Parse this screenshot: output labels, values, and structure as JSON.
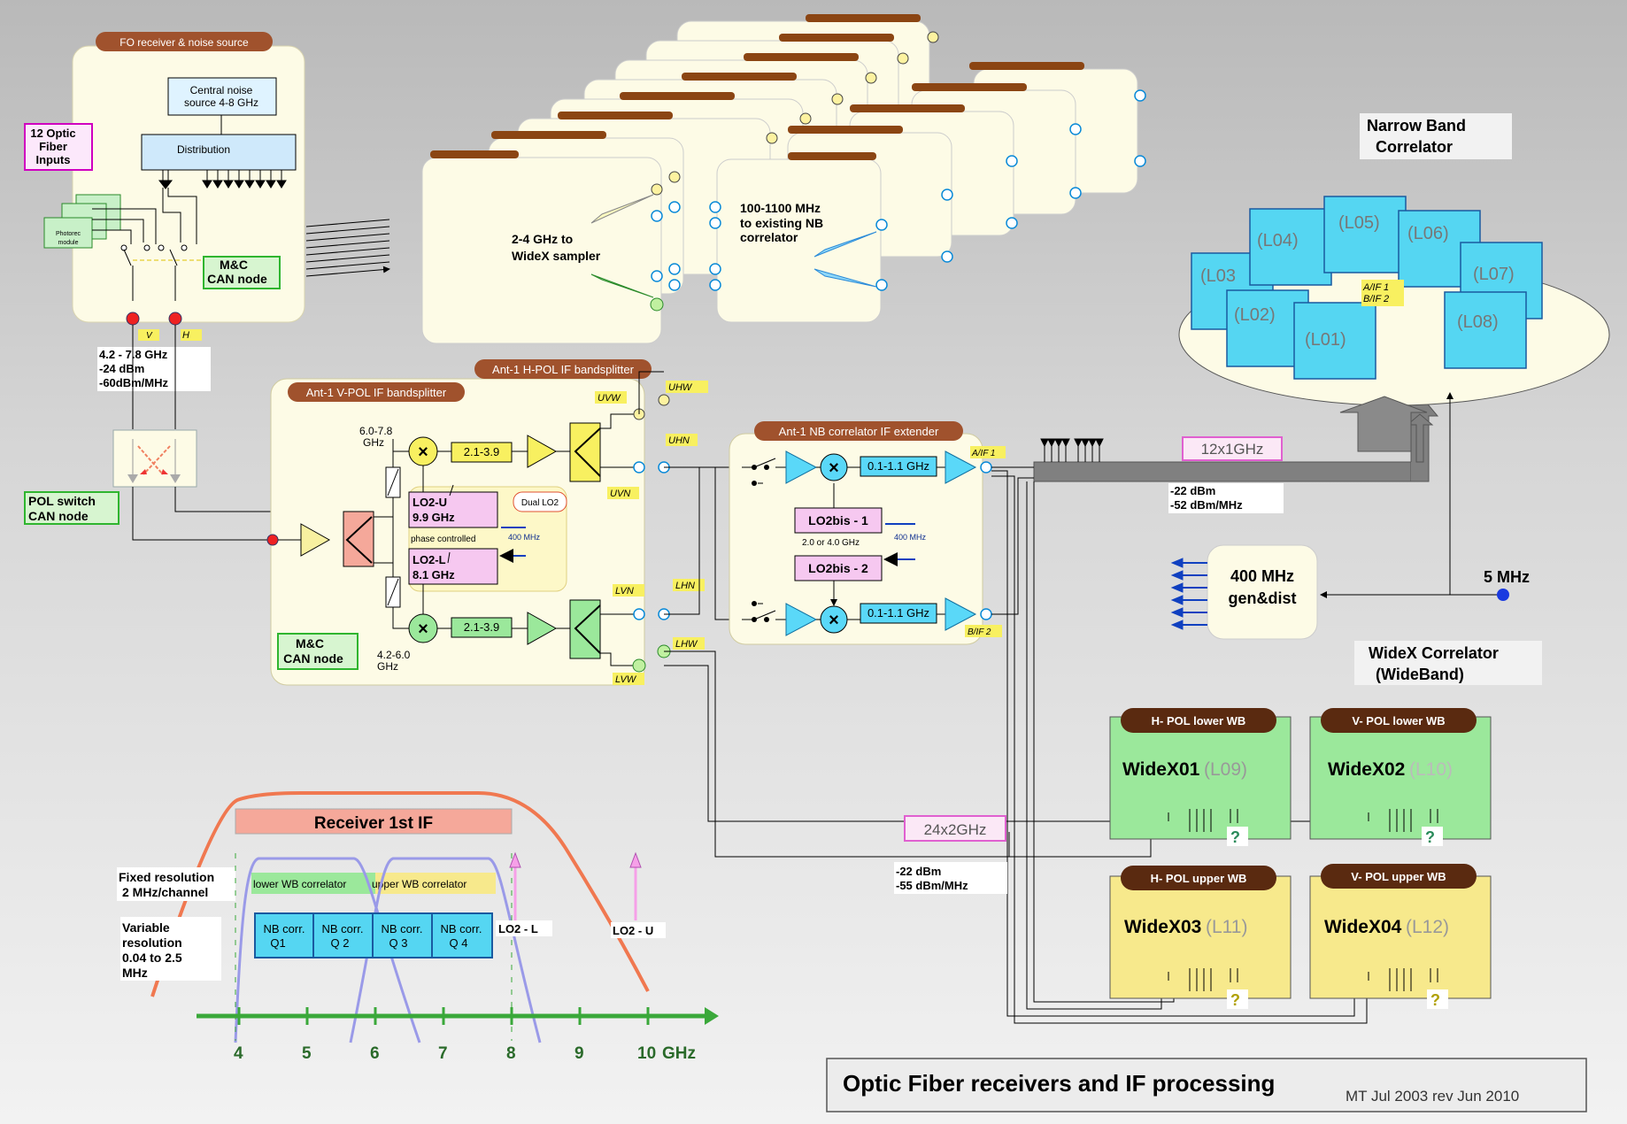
{
  "fo_receiver": {
    "title": "FO receiver & noise source",
    "central_noise": [
      "Central noise",
      "source 4-8 GHz"
    ],
    "distribution": "Distribution",
    "optic_inputs": [
      "12 Optic",
      "Fiber",
      "Inputs"
    ],
    "photorec": [
      "Photorec",
      "module"
    ],
    "mc_can": [
      "M&C",
      "CAN node"
    ],
    "v_label": "V",
    "h_label": "H",
    "spec": [
      "4.2 - 7.8 GHz",
      "-24 dBm",
      "-60dBm/MHz"
    ]
  },
  "pol_switch": [
    "POL switch",
    "CAN node"
  ],
  "sampler_labels": {
    "widex": [
      "2-4 GHz to",
      "WideX sampler"
    ],
    "nb": [
      "100-1100 MHz",
      "to existing NB",
      "correlator"
    ]
  },
  "bandsplitter": {
    "h_title": "Ant-1 H-POL IF bandsplitter",
    "v_title": "Ant-1 V-POL IF bandsplitter",
    "upper_freq": [
      "6.0-7.8",
      "GHz"
    ],
    "lower_freq": [
      "4.2-6.0",
      "GHz"
    ],
    "filter_upper": "2.1-3.9",
    "filter_lower": "2.1-3.9",
    "lo2u": [
      "LO2-U",
      "9.9 GHz"
    ],
    "lo2l": [
      "LO2-L",
      "8.1 GHz"
    ],
    "dual_lo2": "Dual LO2",
    "phase_controlled": "phase controlled",
    "mhz400": "400 MHz",
    "mc_can": [
      "M&C",
      "CAN node"
    ],
    "ports": {
      "uvw": "UVW",
      "uvn": "UVN",
      "lvn": "LVN",
      "lvw": "LVW",
      "uhw": "UHW",
      "uhn": "UHN",
      "lhn": "LHN",
      "lhw": "LHW"
    }
  },
  "nb_extender": {
    "title": "Ant-1 NB correlator IF extender",
    "filter1": "0.1-1.1 GHz",
    "filter2": "0.1-1.1 GHz",
    "lo2bis1": "LO2bis - 1",
    "lo2bis2": "LO2bis - 2",
    "freq_choice": "2.0 or 4.0 GHz",
    "mhz400": "400 MHz",
    "aif1": "A/IF 1",
    "bif2": "B/IF 2"
  },
  "bus": {
    "label_12": "12x1GHz",
    "spec_12": [
      "-22 dBm",
      "-52 dBm/MHz"
    ],
    "label_24": "24x2GHz",
    "spec_24": [
      "-22 dBm",
      "-55 dBm/MHz"
    ]
  },
  "narrow_band": {
    "title": [
      "Narrow  Band",
      "Correlator"
    ],
    "units": [
      "(L01)",
      "(L02)",
      "(L03",
      "(L04)",
      "(L05)",
      "(L06)",
      "(L07)",
      "(L08)"
    ],
    "aif": [
      "A/IF 1",
      "B/IF 2"
    ]
  },
  "generator": {
    "box": [
      "400 MHz",
      "gen&dist"
    ],
    "ref": "5 MHz"
  },
  "widex": {
    "title": [
      "WideX Correlator",
      "(WideBand)"
    ],
    "cells": [
      {
        "tag": "H- POL  lower WB",
        "name": "WideX01",
        "unit": "(L09)",
        "q": "?"
      },
      {
        "tag": "V- POL  lower WB",
        "name": "WideX02",
        "unit": "(L10)",
        "q": "?"
      },
      {
        "tag": "H- POL  upper WB",
        "name": "WideX03",
        "unit": "(L11)",
        "q": "?"
      },
      {
        "tag": "V- POL  upper WB",
        "name": "WideX04",
        "unit": "(L12)",
        "q": "?"
      }
    ]
  },
  "spectrum": {
    "receiver_if": "Receiver 1st  IF",
    "lower_wb": "lower WB correlator",
    "upper_wb": "upper WB correlator",
    "nb_corr": [
      [
        "NB corr.",
        "Q1"
      ],
      [
        "NB corr.",
        "Q 2"
      ],
      [
        "NB corr.",
        "Q 3"
      ],
      [
        "NB corr.",
        "Q 4"
      ]
    ],
    "fixed_res": [
      "Fixed resolution",
      "2 MHz/channel"
    ],
    "variable_res": [
      "Variable",
      "resolution",
      "0.04 to 2.5",
      "MHz"
    ],
    "lo2l": "LO2 - L",
    "lo2u": "LO2 - U",
    "ticks": [
      "4",
      "5",
      "6",
      "7",
      "8",
      "9",
      "10"
    ],
    "unit": "GHz"
  },
  "footer": {
    "title": "Optic Fiber receivers  and IF processing",
    "credit": "MT Jul 2003  rev Jun 2010"
  },
  "colors": {
    "ivory": "#fdfbe6",
    "green": "#9be89b",
    "pink": "#f6c8f0",
    "yellow": "#f7e98c",
    "cyan": "#55d6f2",
    "salmon": "#f5a89a",
    "orange": "#f07850"
  }
}
